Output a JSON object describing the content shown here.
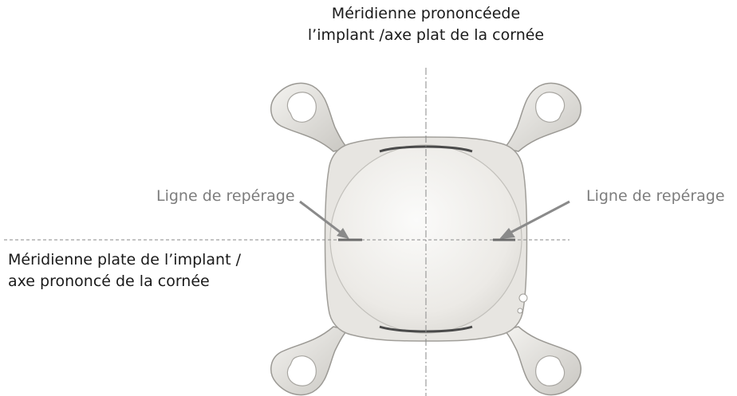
{
  "labels": {
    "top_line1": "Méridienne prononcéede",
    "top_line2": "l’implant /axe plat de la cornée",
    "left_line1": "Méridienne plate de l’implant /",
    "left_line2": "axe prononcé de la cornée",
    "mark_left": "Ligne de repérage",
    "mark_right": "Ligne de repérage"
  },
  "colors": {
    "text": "#1a1a1a",
    "annotation": "#7d7d7d",
    "dash": "#8a8a8a",
    "lens_edge": "#9a9a9a"
  }
}
